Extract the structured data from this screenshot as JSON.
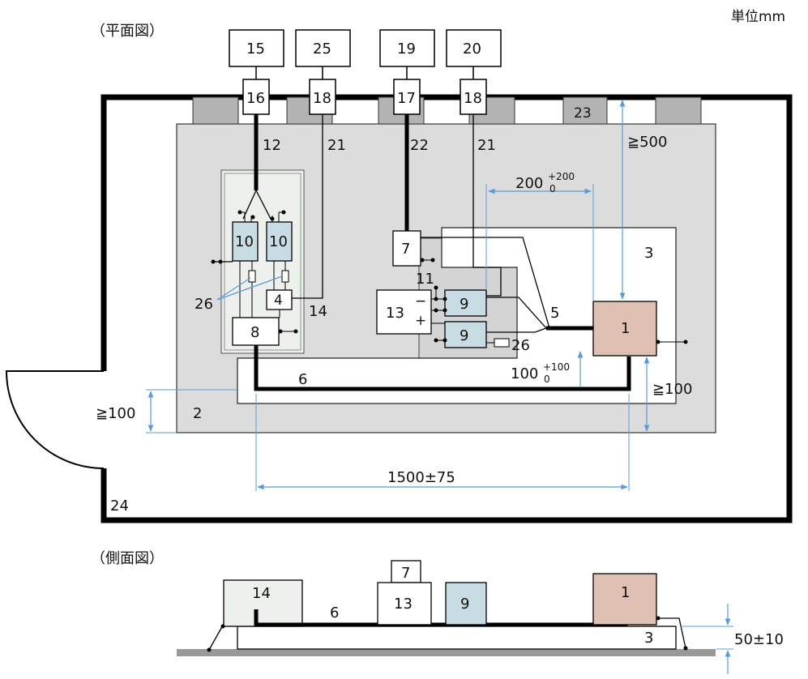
{
  "labels": {
    "plan_view": "（平面図）",
    "side_view": "（側面図）",
    "unit": "単位mm"
  },
  "plan": {
    "top_boxes": [
      "15",
      "25",
      "19",
      "20"
    ],
    "filters": [
      "16",
      "18",
      "17",
      "18"
    ],
    "wall_box": "23",
    "cable_labels": [
      "12",
      "21",
      "22",
      "21"
    ],
    "dim_500": "≧500",
    "dim_200": "200",
    "dim_200_sup": "+200",
    "dim_200_sub": "0",
    "dim_100_plus": "100",
    "dim_100_sup": "+100",
    "dim_100_sub": "0",
    "dim_ge100_right": "≧100",
    "dim_ge100_left": "≧100",
    "dim_1500": "1500±75",
    "ref_2": "2",
    "ref_3": "3",
    "ref_24": "24",
    "ref_6": "6",
    "ref_5": "5",
    "ref_1": "1",
    "ref_4": "4",
    "ref_14": "14",
    "ref_8": "8",
    "ref_10a": "10",
    "ref_10b": "10",
    "ref_26a": "26",
    "ref_26b": "26",
    "ref_7": "7",
    "ref_11": "11",
    "ref_13": "13",
    "ref_minus": "−",
    "ref_plus": "+",
    "ref_9a": "9",
    "ref_9b": "9"
  },
  "side": {
    "ref_14": "14",
    "ref_6": "6",
    "ref_7": "7",
    "ref_13": "13",
    "ref_9": "9",
    "ref_1": "1",
    "ref_3": "3",
    "dim_50": "50±10"
  },
  "colors": {
    "table_gray": "#dcdcdc",
    "dark_gray": "#b3b3b3",
    "lisn_blue": "#c7dde3",
    "eut_brown": "#dfc0b3",
    "dim_blue": "#5b9bd5",
    "panel_light": "#eef0ee"
  }
}
